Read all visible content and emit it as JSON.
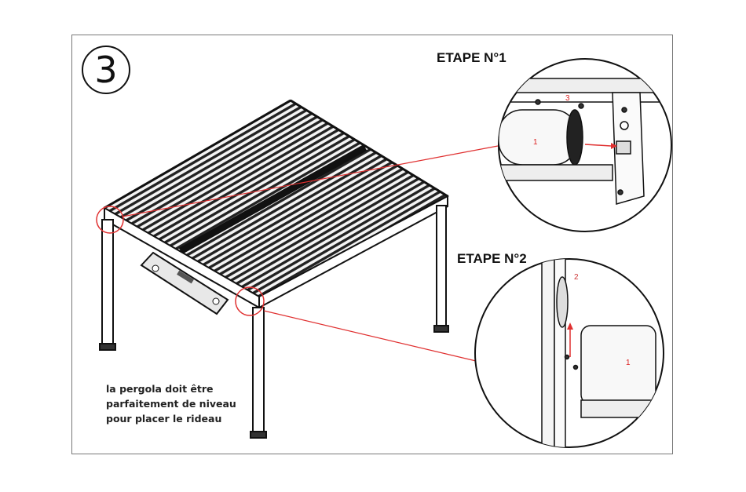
{
  "step_number": "3",
  "step1": {
    "label": "ETAPE N°1",
    "callout_1": "1",
    "callout_3": "3"
  },
  "step2": {
    "label": "ETAPE N°2",
    "callout_1": "1",
    "callout_2": "2"
  },
  "instruction": {
    "line1": "la pergola doit être",
    "line2": "parfaitement de niveau",
    "line3": "pour placer le rideau"
  },
  "colors": {
    "accent": "#e03030",
    "line": "#222222",
    "frame": "#777777"
  },
  "icons": [
    "spirit-level-icon"
  ]
}
